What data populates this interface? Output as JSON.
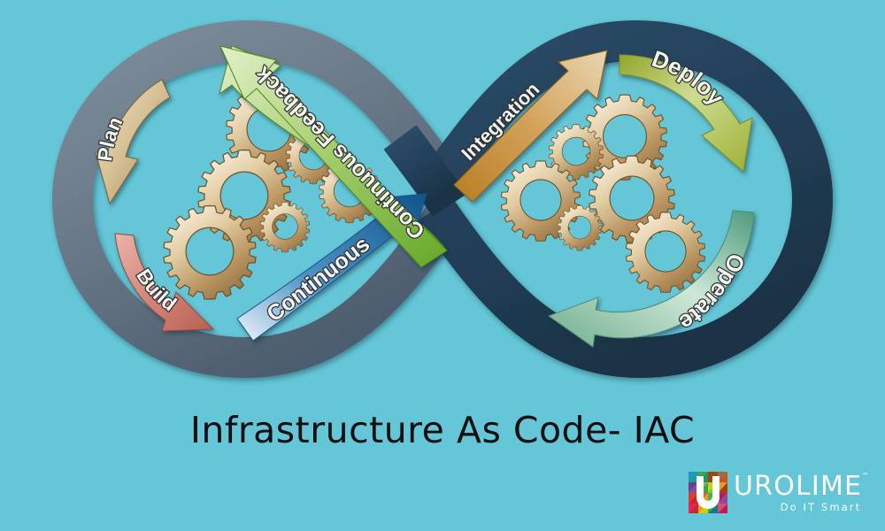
{
  "page": {
    "title": "Infrastructure As Code- IAC",
    "background_color": "#64c6d6"
  },
  "diagram": {
    "name": "devops-infinity-loop",
    "left_loop": {
      "band_color": "#6e7d8c",
      "stages": [
        {
          "id": "plan",
          "label": "Plan",
          "color_start": "#e4d3ac",
          "color_end": "#ad8f5c"
        },
        {
          "id": "build",
          "label": "Build",
          "color_start": "#e8a79c",
          "color_end": "#c46a5c"
        }
      ],
      "gear_count": 6
    },
    "right_loop": {
      "band_color": "#22405a",
      "stages": [
        {
          "id": "deploy",
          "label": "Deploy",
          "color_start": "#9aab2e",
          "color_end": "#e3ecc0"
        },
        {
          "id": "operate",
          "label": "Operate",
          "color_start": "#5aa385",
          "color_end": "#dcefe2"
        }
      ],
      "gear_count": 6
    },
    "crossing_stages": [
      {
        "id": "continuous-feedback",
        "label": "Continuous Feedback",
        "color_start": "#dff0c4",
        "color_end": "#6ba829",
        "direction": "up-left"
      },
      {
        "id": "continuous",
        "label": "Continuous",
        "color_start": "#e8f2fb",
        "color_end": "#1a6fae",
        "direction": "up-right"
      },
      {
        "id": "integration",
        "label": "Integration",
        "color_start": "#c98f33",
        "color_end": "#e6cfa4",
        "direction": "up-right"
      }
    ],
    "gear_color_start": "#f3e7cf",
    "gear_color_end": "#8d6c3d"
  },
  "logo": {
    "wordmark": "UROLIME",
    "trademark": "™",
    "tagline": "Do IT Smart",
    "mark_name": "urolime-mosaic-u",
    "mark_colors": [
      "#3aa655",
      "#7ec242",
      "#c8d400",
      "#1a9e8f",
      "#2a8f5e",
      "#e23b2e",
      "#c62828",
      "#f05a28",
      "#f7941e",
      "#a1440f",
      "#8e4b9e",
      "#c2185b",
      "#e91e63",
      "#6a3d9a",
      "#2196c4",
      "#0f7a8a",
      "#9e6b3f",
      "#7b4f2a",
      "#d94f6b",
      "#4caf50"
    ]
  }
}
